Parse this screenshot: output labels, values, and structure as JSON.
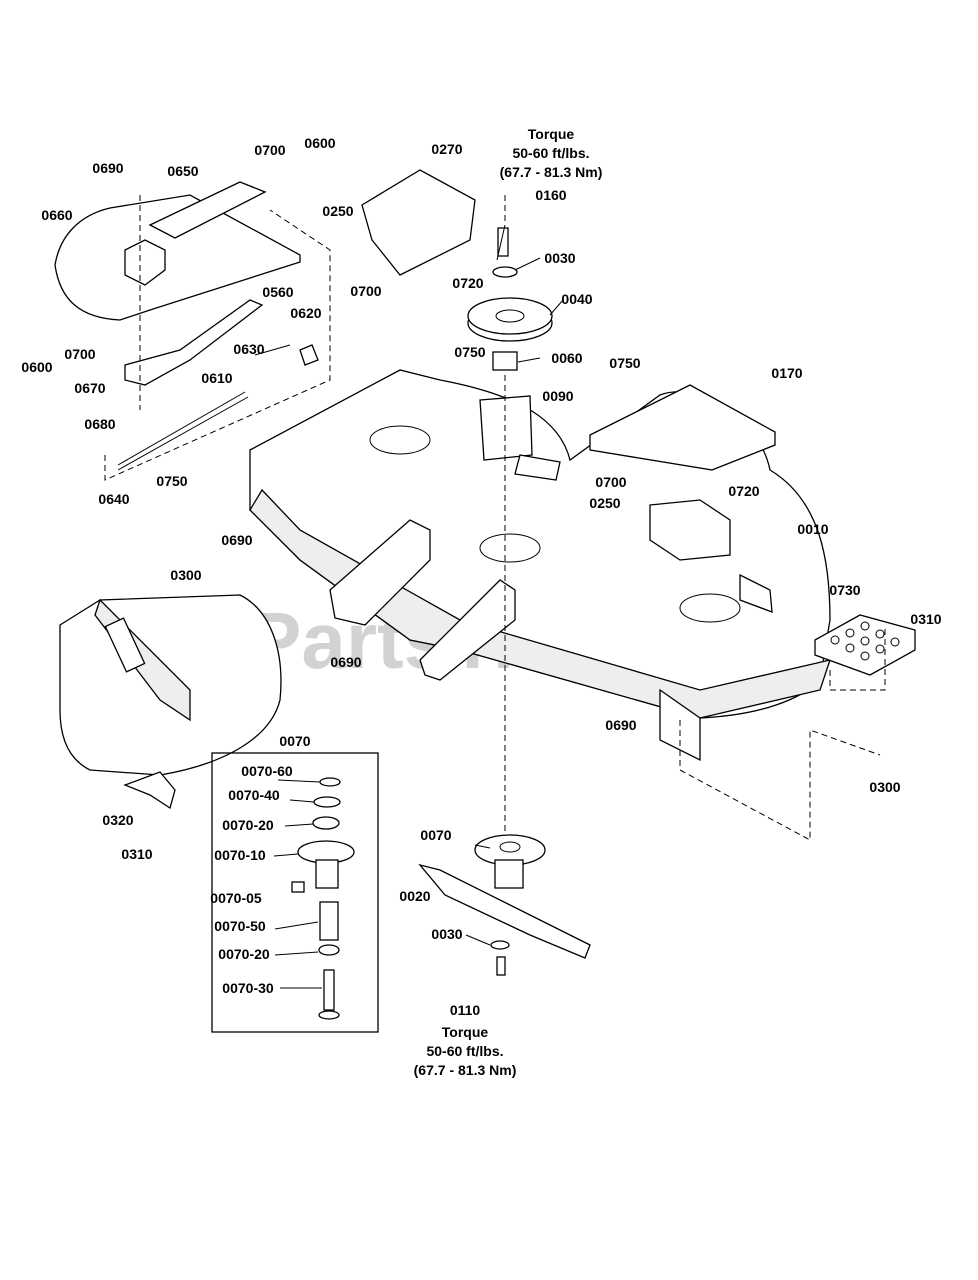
{
  "watermark": "PartsTree",
  "torque_top": {
    "title": "Torque",
    "value": "50-60 ft/lbs.",
    "metric": "(67.7 - 81.3 Nm)"
  },
  "torque_bottom": {
    "title": "Torque",
    "value": "50-60 ft/lbs.",
    "metric": "(67.7 - 81.3 Nm)"
  },
  "spindle_box": {
    "title": "0070"
  },
  "parts": [
    "0690",
    "0650",
    "0700",
    "0600",
    "0660",
    "0700",
    "0600",
    "0670",
    "0680",
    "0560",
    "0620",
    "0630",
    "0610",
    "0640",
    "0750",
    "0250",
    "0270",
    "0700",
    "0720",
    "0160",
    "0030",
    "0040",
    "0750",
    "0060",
    "0750",
    "0090",
    "0170",
    "0700",
    "0250",
    "0720",
    "0010",
    "0690",
    "0300",
    "0730",
    "0310",
    "0690",
    "0690",
    "0300",
    "0320",
    "0310",
    "0070-60",
    "0070-40",
    "0070-20",
    "0070-10",
    "0070-05",
    "0070-50",
    "0070-20",
    "0070-30",
    "0070",
    "0020",
    "0030",
    "0110"
  ]
}
